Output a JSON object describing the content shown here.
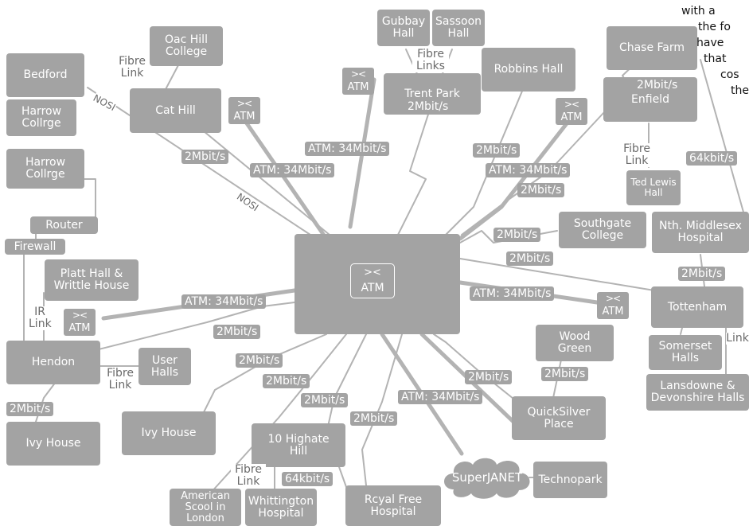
{
  "colors": {
    "node": "#a3a3a3",
    "link": "#b3b3b3",
    "label": "#6a6a6a",
    "text": "#ffffff"
  },
  "note_lines": [
    "with a",
    "the fo",
    "have",
    "that",
    "cos",
    "the"
  ],
  "hub_label": "ATM",
  "atm_label": "ATM",
  "atm_icon": "crossed-arrows-icon",
  "nodes": {
    "bedford": "Bedford",
    "harrow_college_1": "Harrow\nCollrge",
    "harrow_college_2": "Harrow\nCollrge",
    "router": "Router",
    "firewall": "Firewall",
    "oac_hill": "Oac Hill\nCollege",
    "cat_hill": "Cat Hill",
    "gubbay_hall": "Gubbay\nHall",
    "sassoon_hall": "Sassoon\nHall",
    "trent_park": "Trent Park",
    "robbins_hall": "Robbins Hall",
    "chase_farm": "Chase Farm",
    "enfield": "Enfield",
    "ted_lewis_hall": "Ted Lewis\nHall",
    "southgate_college": "Southgate\nCollege",
    "nth_middlesex": "Nth. Middlesex\nHospital",
    "tottenham": "Tottenham",
    "somerset_halls": "Somerset\nHalls",
    "lansdowne": "Lansdowne &\nDevonshire Halls",
    "platt_hall": "Platt Hall &\nWrittle House",
    "hendon": "Hendon",
    "user_halls": "User\nHalls",
    "ivy_house_1": "Ivy House",
    "ivy_house_2": "Ivy House",
    "highate_hill": "10 Highate\nHill",
    "american_school": "American\nScool in\nLondon",
    "whittington": "Whittington\nHospital",
    "royal_free": "Rcyal Free\nHospital",
    "superjanet": "SuperJANET",
    "technopark": "Technopark",
    "wood_green": "Wood\nGreen",
    "quicksilver": "QuickSilver\nPlace"
  },
  "link_labels": {
    "fibre_link_oac": "Fibre\nLink",
    "nosi_bedford": "NOSI",
    "nosi_mid": "NOSI",
    "fibre_links_trent": "Fibre\nLinks",
    "fibre_link_enfield": "Fibre\nLink",
    "ir_link": "IR\nLink",
    "fibre_link_hendon": "Fibre\nLink",
    "fibre_link_whittington": "Fibre\nLink",
    "link_somerset": "Link"
  },
  "speeds": {
    "cat_hill": "2Mbit/s",
    "cat_atm": "ATM: 34Mbit/s",
    "trent_2m": "2Mbit/s",
    "trent_atm": "ATM: 34Mbit/s",
    "robbins": "2Mbit/s",
    "enfield_atm": "ATM: 34Mbit/s",
    "enfield_2m": "2Mbit/s",
    "chase_farm": "2Mbit/s",
    "nth_64k": "64kbit/s",
    "southgate": "2Mbit/s",
    "tottenham_2m": "2Mbit/s",
    "nth_tottenham": "2Mbit/s",
    "tottenham_atm": "ATM: 34Mbit/s",
    "wood_green": "2Mbit/s",
    "quicksilver_2m": "2Mbit/s",
    "quicksilver_atm": "ATM: 34Mbit/s",
    "royal_free": "2Mbit/s",
    "highate_1": "2Mbit/s",
    "highate_2": "2Mbit/s",
    "ivy2": "2Mbit/s",
    "hendon_atm": "ATM: 34Mbit/s",
    "hendon_2m": "2Mbit/s",
    "ivy1": "2Mbit/s",
    "highate_64k": "64kbit/s"
  }
}
